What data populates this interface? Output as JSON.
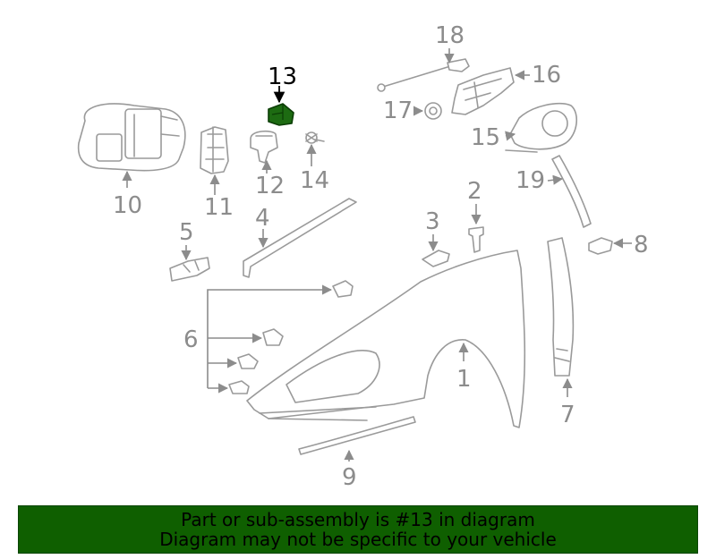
{
  "callouts": [
    {
      "id": "p1",
      "label": "1"
    },
    {
      "id": "p2",
      "label": "2"
    },
    {
      "id": "p3",
      "label": "3"
    },
    {
      "id": "p4",
      "label": "4"
    },
    {
      "id": "p5",
      "label": "5"
    },
    {
      "id": "p6",
      "label": "6"
    },
    {
      "id": "p7",
      "label": "7"
    },
    {
      "id": "p8",
      "label": "8"
    },
    {
      "id": "p9",
      "label": "9"
    },
    {
      "id": "p10",
      "label": "10"
    },
    {
      "id": "p11",
      "label": "11"
    },
    {
      "id": "p12",
      "label": "12"
    },
    {
      "id": "p13",
      "label": "13"
    },
    {
      "id": "p14",
      "label": "14"
    },
    {
      "id": "p15",
      "label": "15"
    },
    {
      "id": "p16",
      "label": "16"
    },
    {
      "id": "p17",
      "label": "17"
    },
    {
      "id": "p18",
      "label": "18"
    },
    {
      "id": "p19",
      "label": "19"
    }
  ],
  "highlight": {
    "part": "13",
    "color": "#1d6b12"
  },
  "banner": {
    "line1": "Part or sub-assembly is #13 in diagram",
    "line2": "Diagram may not be specific to your vehicle",
    "background": "#0f5f00"
  }
}
